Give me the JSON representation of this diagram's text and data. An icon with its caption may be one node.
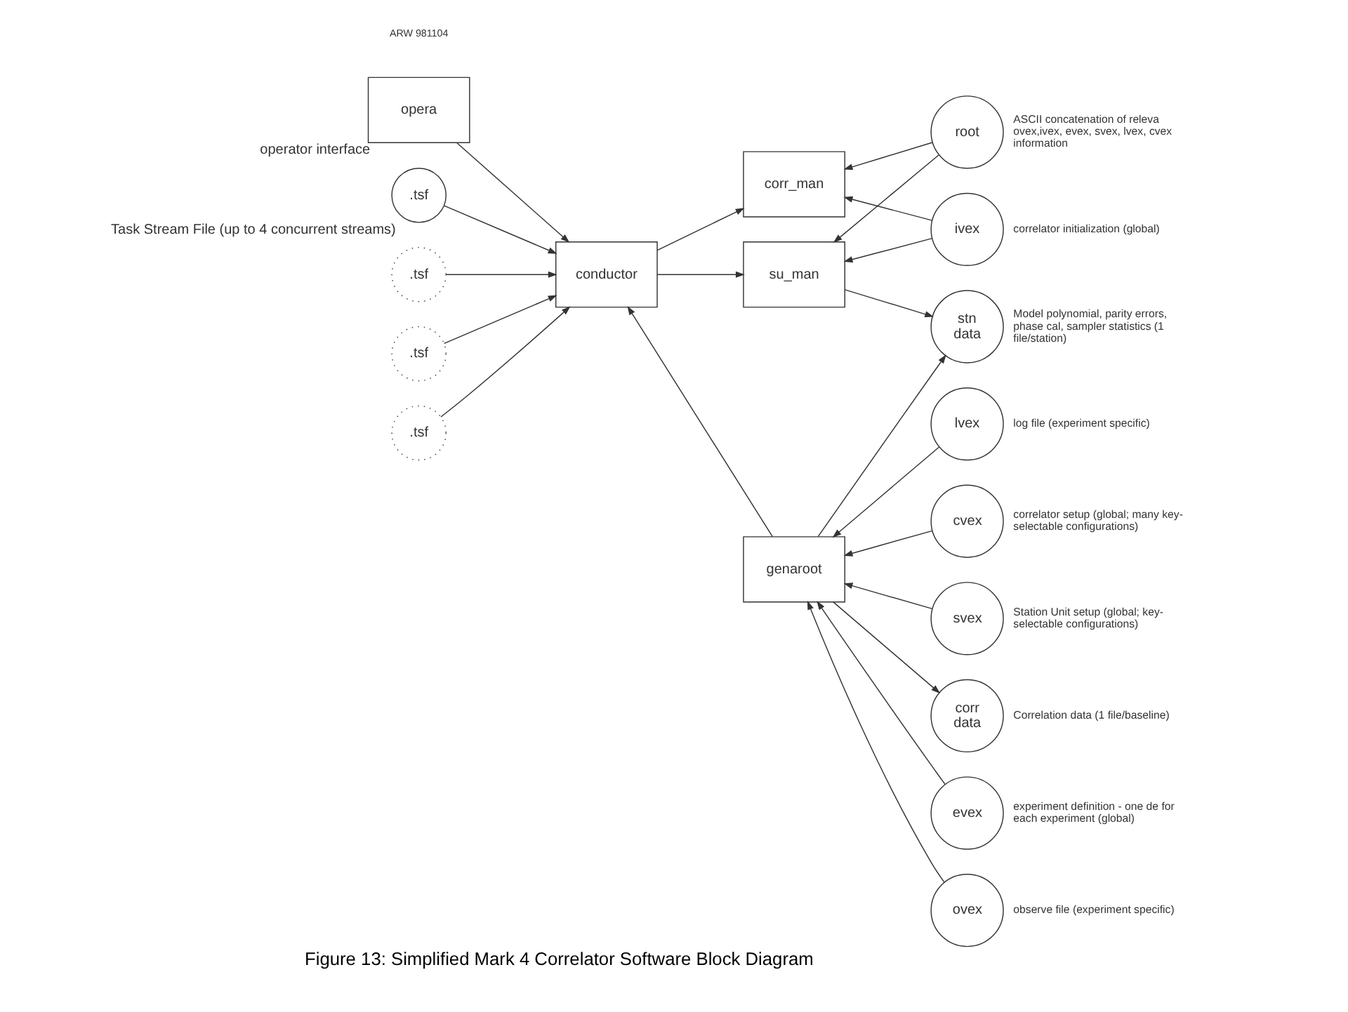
{
  "diagram": {
    "caption": "Figure 13: Simplified Mark 4 Correlator Software Block Diagram",
    "nodes": [
      {
        "text": [
          "opera"
        ],
        "beside": [
          "operator interface"
        ]
      },
      {
        "text": [
          ".tsf"
        ],
        "beside": [
          "Task Stream File (up to 4 concurrent streams)"
        ]
      },
      {
        "text": [
          ".tsf"
        ]
      },
      {
        "text": [
          ".tsf"
        ]
      },
      {
        "text": [
          ".tsf"
        ]
      },
      {
        "text": [
          "conductor"
        ]
      },
      {
        "text": [
          "genaroot"
        ]
      },
      {
        "text": [
          "corr_man"
        ]
      },
      {
        "text": [
          "su_man"
        ]
      },
      {
        "text": [
          "evex"
        ],
        "beside": [
          "experiment definition - one de for each experiment (global)"
        ]
      },
      {
        "text": [
          "ovex"
        ],
        "beside": [
          "observe file (experiment specific)"
        ]
      },
      {
        "text": [
          "lvex"
        ],
        "beside": [
          "log file (experiment specific)"
        ]
      },
      {
        "text": [
          "cvex"
        ],
        "beside": [
          "correlator setup (global; many key-selectable configurations)"
        ]
      },
      {
        "text": [
          "svex"
        ],
        "beside": [
          "Station Unit setup (global; key-selectable configurations)"
        ]
      },
      {
        "text": [
          "ivex"
        ],
        "beside": [
          "correlator initialization (global)"
        ]
      },
      {
        "text": [
          "root"
        ],
        "beside": [
          "ASCII concatenation of releva ovex,ivex, evex, svex, lvex, cvex information"
        ]
      },
      {
        "text": [
          "corr data"
        ],
        "beside": [
          "Correlation data (1 file/baseline)"
        ]
      },
      {
        "text": [
          "stn data"
        ],
        "beside": [
          "Model polynomial, parity errors, phase cal, sampler statistics (1 file/station)"
        ]
      }
    ],
    "edges": [
      {
        "from": 0,
        "to": 5,
        "arrow": "to"
      },
      {
        "from": 1,
        "to": 5,
        "arrow": "to"
      },
      {
        "from": 2,
        "to": 5,
        "arrow": "to"
      },
      {
        "from": 3,
        "to": 5,
        "arrow": "to"
      },
      {
        "from": 4,
        "to": 5,
        "arrow": "to"
      },
      {
        "from": 6,
        "to": 5,
        "arrow": "to"
      },
      {
        "from": 5,
        "to": 7,
        "arrow": "to"
      },
      {
        "from": 5,
        "to": 8,
        "arrow": "to"
      },
      {
        "from": 9,
        "to": 6,
        "arrow": "to"
      },
      {
        "from": 10,
        "to": 6,
        "arrow": "to"
      },
      {
        "from": 11,
        "to": 6,
        "arrow": "to"
      },
      {
        "from": 12,
        "to": 6,
        "arrow": "to"
      },
      {
        "from": 13,
        "to": 6,
        "arrow": "to"
      },
      {
        "from": 6,
        "to": 16,
        "arrow": "to"
      },
      {
        "from": 6,
        "to": 17,
        "arrow": "to"
      },
      {
        "from": 14,
        "to": 7,
        "arrow": "to"
      },
      {
        "from": 15,
        "to": 7,
        "arrow": "to"
      },
      {
        "from": 14,
        "to": 8,
        "arrow": "to"
      },
      {
        "from": 15,
        "to": 8,
        "arrow": "to"
      },
      {
        "from": 8,
        "to": 17,
        "arrow": "to"
      }
    ],
    "labels": [
      "ARW 981104"
    ]
  }
}
